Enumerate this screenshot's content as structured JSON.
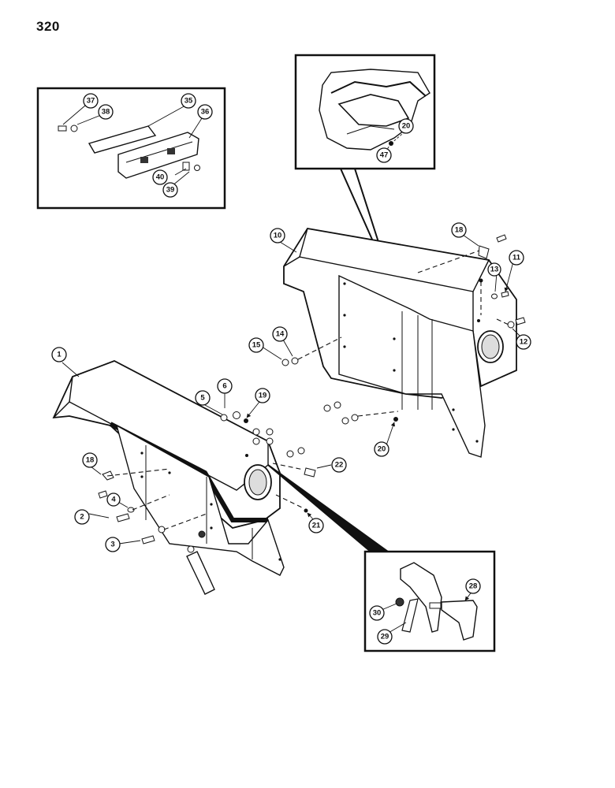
{
  "page": {
    "number": "320"
  },
  "callouts": {
    "c1": "1",
    "c2": "2",
    "c3": "3",
    "c4": "4",
    "c5": "5",
    "c6": "6",
    "c10": "10",
    "c11": "11",
    "c12": "12",
    "c13": "13",
    "c14": "14",
    "c15": "15",
    "c18a": "18",
    "c18b": "18",
    "c19": "19",
    "c20a": "20",
    "c20b": "20",
    "c21": "21",
    "c22": "22",
    "c28": "28",
    "c29": "29",
    "c30": "30",
    "c35": "35",
    "c36": "36",
    "c37": "37",
    "c38": "38",
    "c39": "39",
    "c40": "40",
    "c47": "47"
  }
}
